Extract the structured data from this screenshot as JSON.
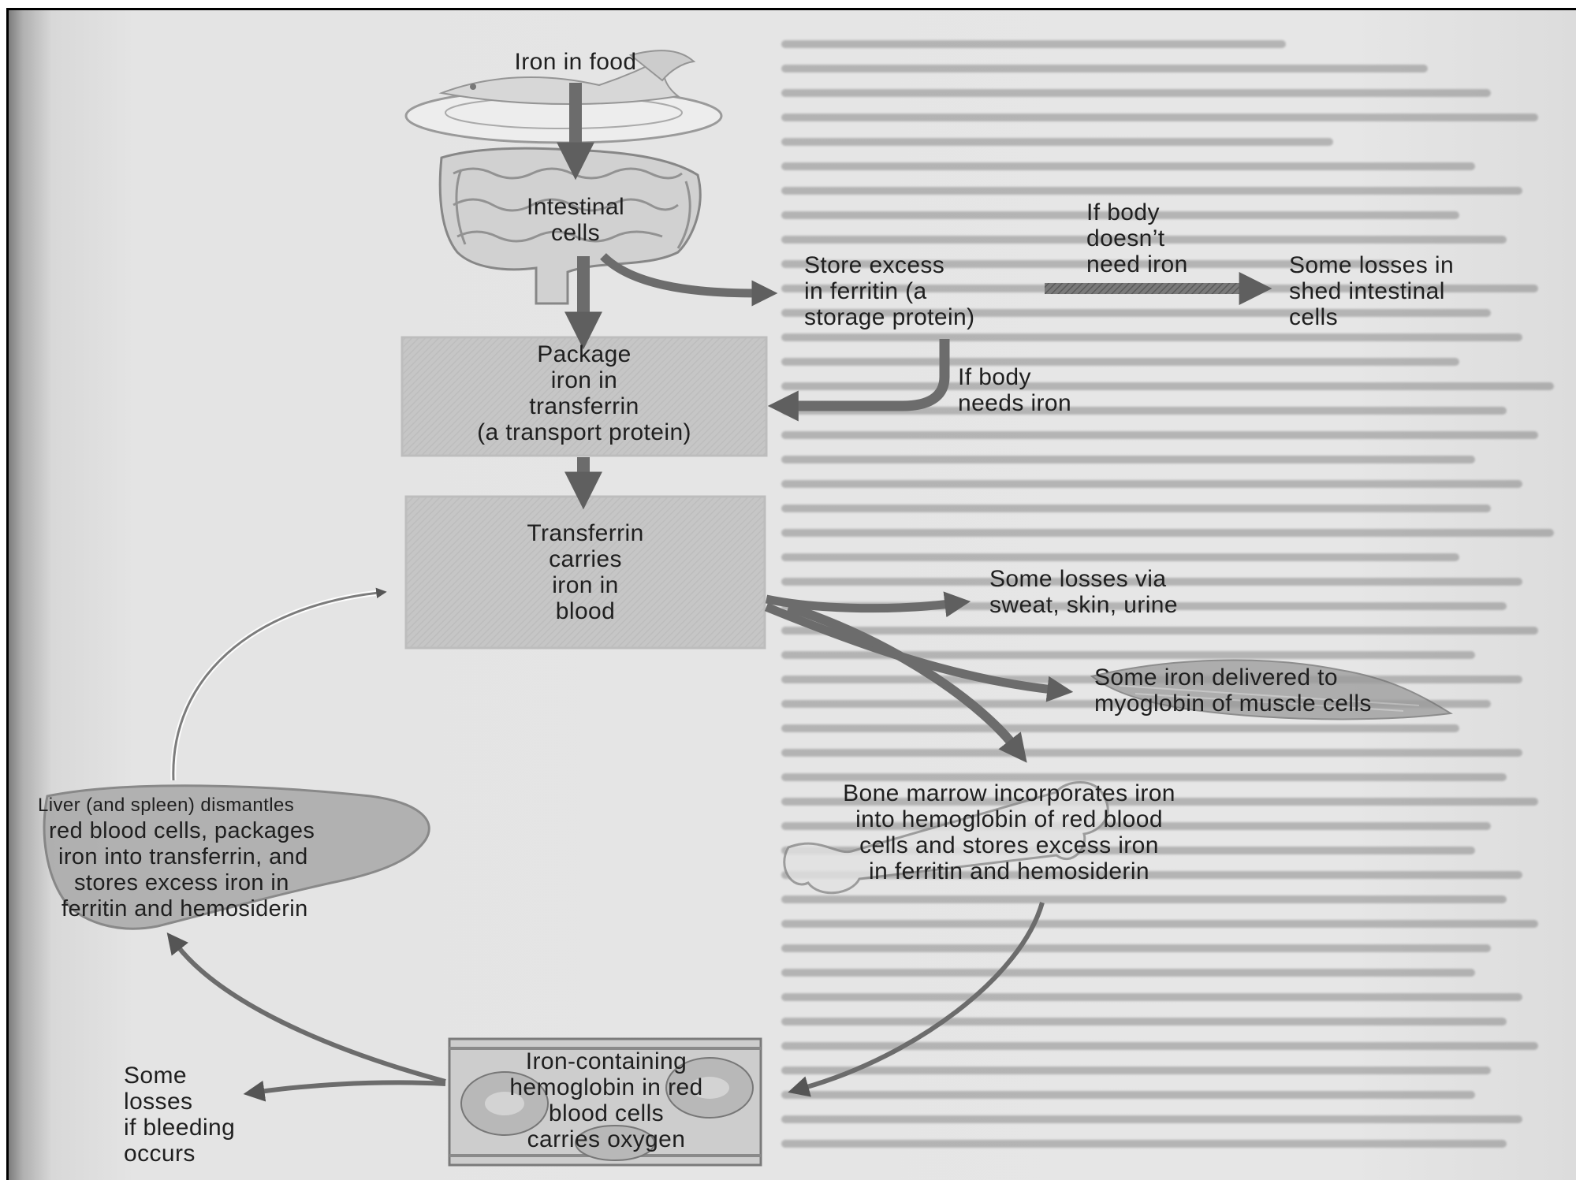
{
  "labels": {
    "iron_in_food": "Iron in food",
    "intestinal_cells": [
      "Intestinal",
      "cells"
    ],
    "store_ferritin": [
      "Store excess",
      "in ferritin (a",
      "storage protein)"
    ],
    "if_not_needed": [
      "If body",
      "doesn’t",
      "need iron"
    ],
    "shed_losses": [
      "Some losses in",
      "shed intestinal",
      "cells"
    ],
    "if_needed": [
      "If body",
      "needs iron"
    ],
    "package_transferrin": [
      "Package",
      "iron in",
      "transferrin",
      "(a transport protein)"
    ],
    "transferrin_blood": [
      "Transferrin",
      "carries",
      "iron in",
      "blood"
    ],
    "sweat_losses": [
      "Some losses via",
      "sweat, skin, urine"
    ],
    "myoglobin": [
      "Some iron delivered to",
      "myoglobin of muscle cells"
    ],
    "bone_marrow": [
      "Bone marrow incorporates iron",
      "into hemoglobin of red blood",
      "cells and stores excess iron",
      "in ferritin and hemosiderin"
    ],
    "liver": [
      "Liver (and spleen) dismantles",
      "red blood cells, packages",
      "iron into transferrin, and",
      "stores excess iron in",
      "ferritin and hemosiderin"
    ],
    "hemoglobin_rbc": [
      "Iron-containing",
      "hemoglobin in red",
      "blood cells",
      "carries oxygen"
    ],
    "bleeding_losses": [
      "Some",
      "losses",
      "if bleeding",
      "occurs"
    ]
  },
  "icons": [
    "food-plate-icon",
    "intestine-icon",
    "muscle-cell-icon",
    "bone-icon",
    "liver-icon",
    "red-blood-cells-icon"
  ]
}
